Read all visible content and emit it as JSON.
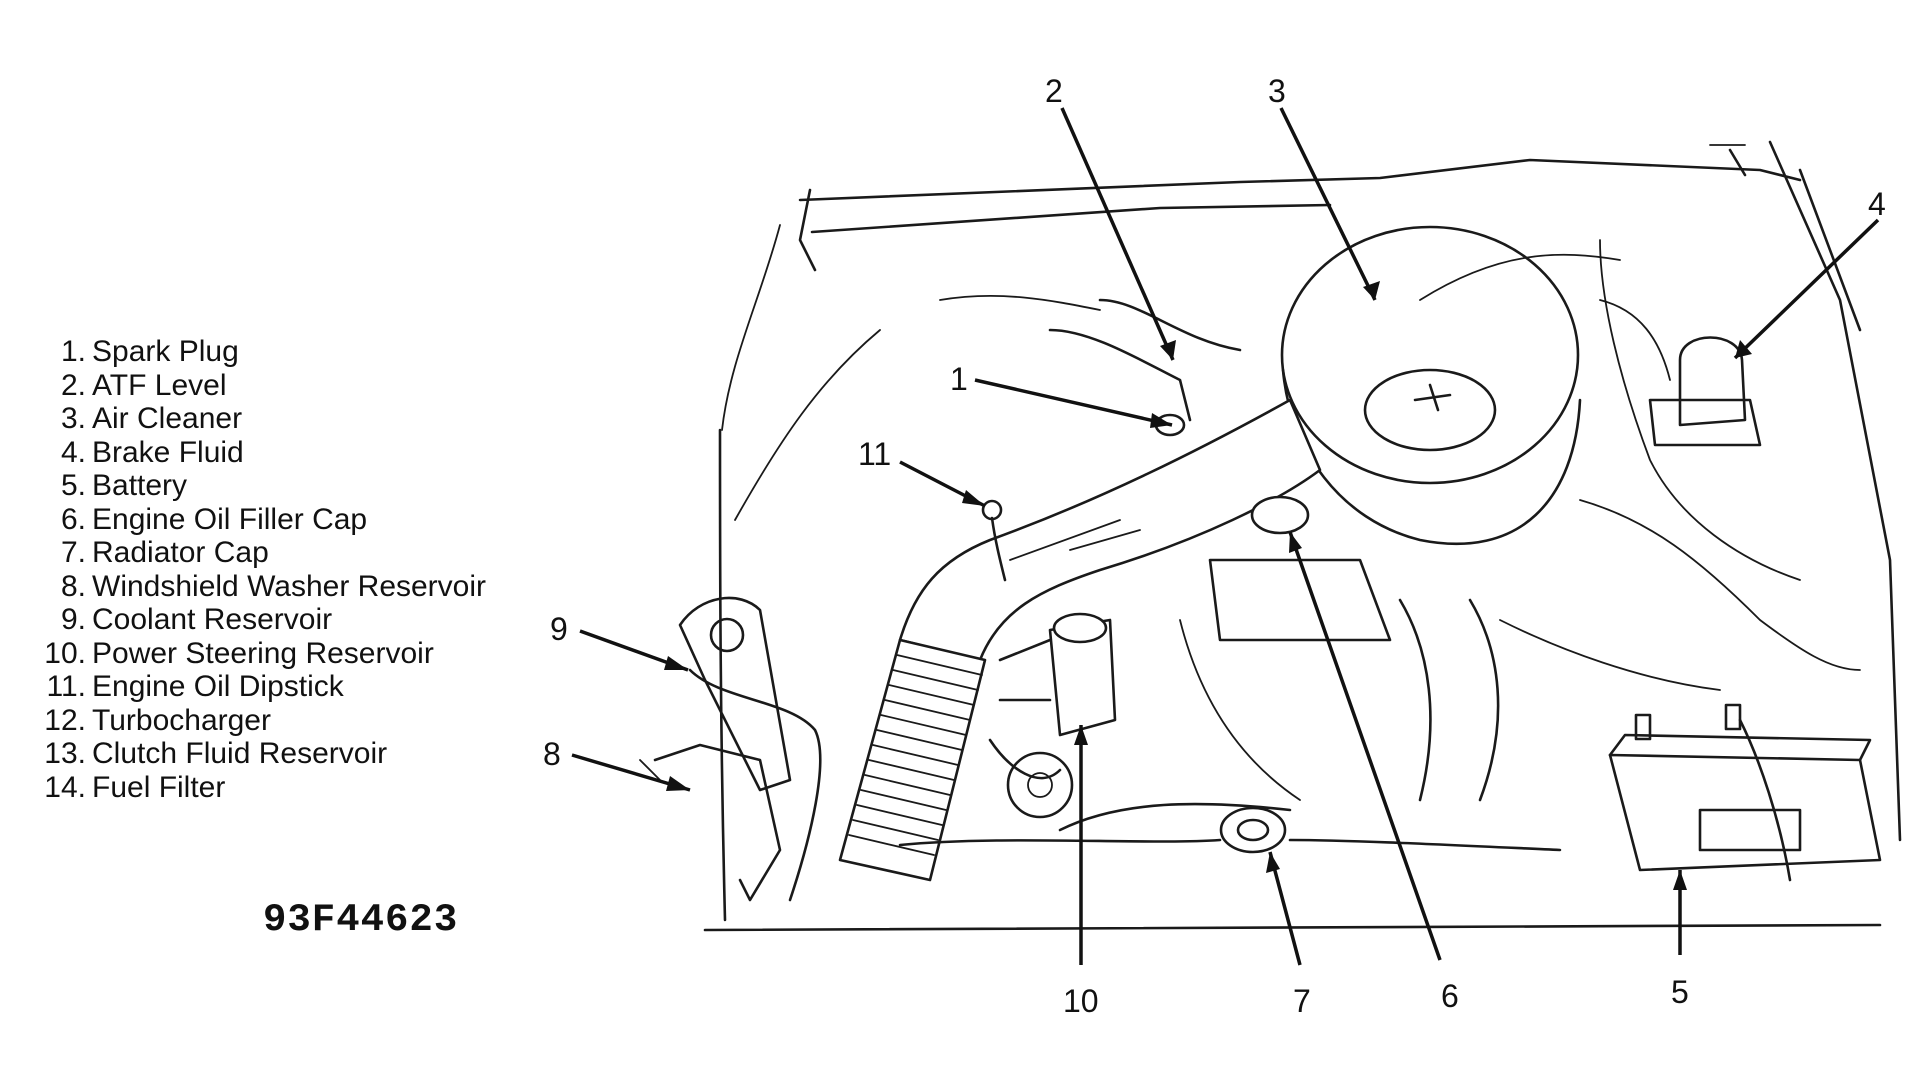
{
  "legend": [
    {
      "number": "1.",
      "label": "Spark Plug"
    },
    {
      "number": "2.",
      "label": "ATF Level"
    },
    {
      "number": "3.",
      "label": "Air Cleaner"
    },
    {
      "number": "4.",
      "label": "Brake Fluid"
    },
    {
      "number": "5.",
      "label": "Battery"
    },
    {
      "number": "6.",
      "label": "Engine Oil Filler Cap"
    },
    {
      "number": "7.",
      "label": "Radiator Cap"
    },
    {
      "number": "8.",
      "label": "Windshield Washer Reservoir"
    },
    {
      "number": "9.",
      "label": "Coolant Reservoir"
    },
    {
      "number": "10.",
      "label": "Power Steering Reservoir"
    },
    {
      "number": "11.",
      "label": "Engine Oil Dipstick"
    },
    {
      "number": "12.",
      "label": "Turbocharger"
    },
    {
      "number": "13.",
      "label": "Clutch Fluid Reservoir"
    },
    {
      "number": "14.",
      "label": "Fuel Filter"
    }
  ],
  "callouts": {
    "c1": "1",
    "c2": "2",
    "c3": "3",
    "c4": "4",
    "c5": "5",
    "c6": "6",
    "c7": "7",
    "c8": "8",
    "c9": "9",
    "c10": "10",
    "c11": "11"
  },
  "figure_id": "93F44623"
}
